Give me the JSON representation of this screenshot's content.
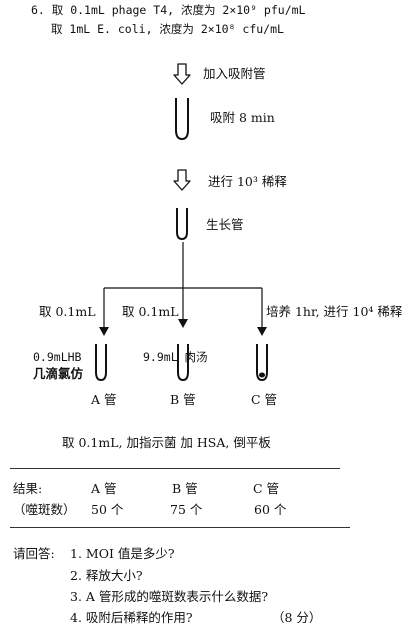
{
  "problem": {
    "line1": "6. 取 0.1mL phage T4, 浓度为 2×10⁹ pfu/mL",
    "line2": "取 1mL E. coli, 浓度为 2×10⁸ cfu/mL"
  },
  "flow": {
    "step_add": "加入吸附管",
    "step_adsorb": "吸附 8 min",
    "step_dilute": "进行 10³ 稀释",
    "growth_tube": "生长管"
  },
  "branches": {
    "left_take": "取 0.1mL",
    "mid_take": "取 0.1mL",
    "right_take": "培养 1hr, 进行 10⁴ 稀释",
    "tube_a_contents_1": "0.9mLHB",
    "tube_a_contents_2": "几滴氯仿",
    "tube_b_contents": "9.9mL 肉汤",
    "tube_a_label": "A 管",
    "tube_b_label": "B 管",
    "tube_c_label": "C 管"
  },
  "plating": "取 0.1mL, 加指示菌 加 HSA, 倒平板",
  "results": {
    "label": "结果:",
    "sub_label": "（噬斑数）",
    "tubes": [
      {
        "name": "A 管",
        "count": "50 个"
      },
      {
        "name": "B 管",
        "count": "75 个"
      },
      {
        "name": "C 管",
        "count": "60 个"
      }
    ]
  },
  "questions": {
    "prompt": "请回答:",
    "items": [
      "1. MOI 值是多少?",
      "2. 释放大小?",
      "3. A 管形成的噬斑数表示什么数据?",
      "4. 吸附后稀释的作用?"
    ],
    "score": "（8 分）"
  }
}
